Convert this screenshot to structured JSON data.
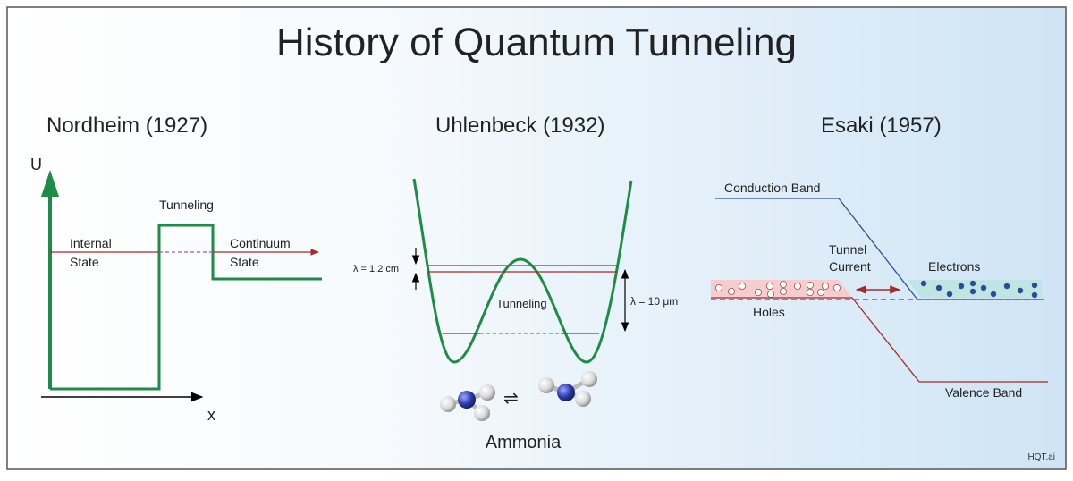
{
  "title": "History of Quantum Tunneling",
  "watermark": "HQT.ai",
  "colors": {
    "green": "#1e8c46",
    "red": "#a52a2a",
    "blue": "#2f4fa3",
    "dashed_blue": "#6a6adf",
    "holes_fill": "#f7cccc",
    "electrons_fill": "#bfe5e3",
    "electron_dot": "#2c4a9a",
    "background_right": "#d2e6f6"
  },
  "panels": {
    "nordheim": {
      "heading": "Nordheim (1927)",
      "axis_y": "U",
      "axis_x": "x",
      "tunneling": "Tunneling",
      "internal_line1": "Internal",
      "internal_line2": "State",
      "continuum_line1": "Continuum",
      "continuum_line2": "State"
    },
    "uhlenbeck": {
      "heading": "Uhlenbeck (1932)",
      "lambda_small": "λ = 1.2 cm",
      "lambda_large": "λ = 10 μm",
      "tunneling": "Tunneling",
      "molecule": "Ammonia",
      "equilibrium_symbol": "⇌"
    },
    "esaki": {
      "heading": "Esaki (1957)",
      "conduction_band": "Conduction Band",
      "valence_band": "Valence Band",
      "tunnel_line1": "Tunnel",
      "tunnel_line2": "Current",
      "electrons": "Electrons",
      "holes": "Holes"
    }
  }
}
